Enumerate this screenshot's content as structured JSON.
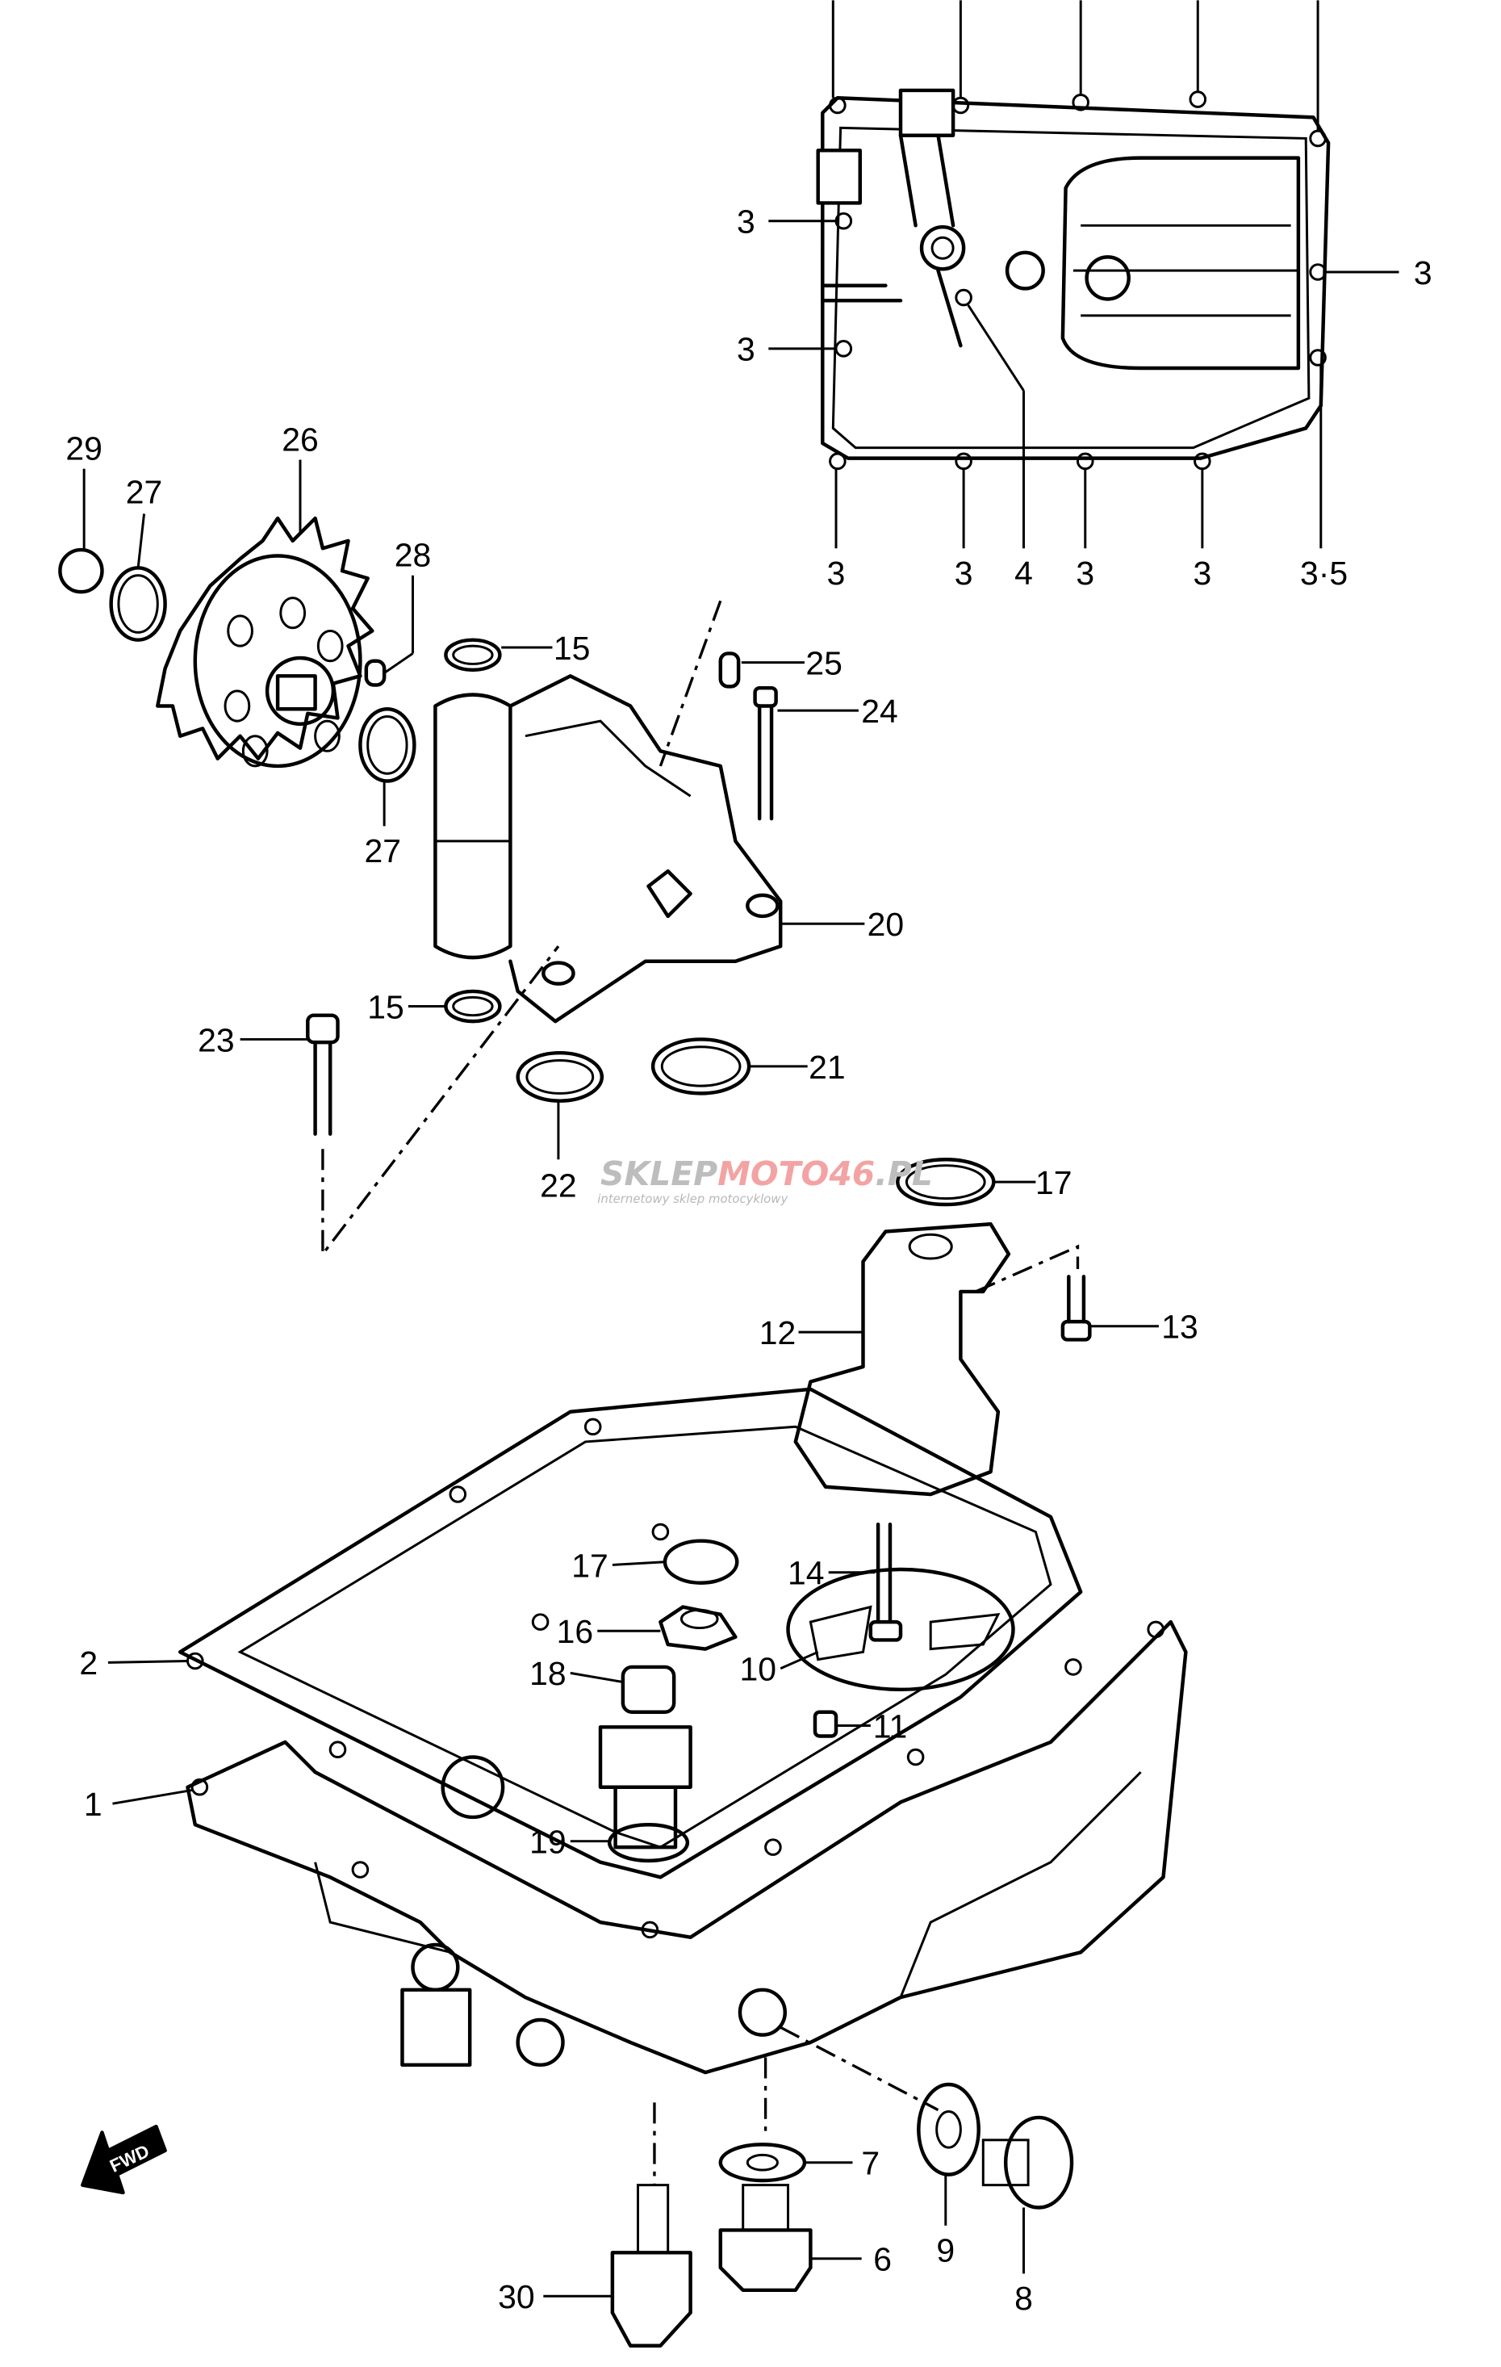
{
  "diagram": {
    "callouts": [
      "3",
      "3",
      "3",
      "3",
      "3",
      "4",
      "3",
      "3",
      "3·5",
      "29",
      "27",
      "26",
      "28",
      "15",
      "25",
      "24",
      "27",
      "20",
      "15",
      "23",
      "21",
      "22",
      "17",
      "12",
      "13",
      "17",
      "14",
      "16",
      "2",
      "18",
      "10",
      "11",
      "1",
      "19",
      "7",
      "9",
      "6",
      "8",
      "30"
    ],
    "direction_arrow": "FWD",
    "watermark": {
      "brand_gray": "SKLEP",
      "brand_red": "MOTO",
      "brand_box": "46",
      "brand_tld": ".PL",
      "tagline": "internetowy sklep motocyklowy"
    }
  },
  "colors": {
    "line": "#000000",
    "watermark_gray": "#bdbdbd",
    "watermark_red": "#f3a3a3"
  }
}
